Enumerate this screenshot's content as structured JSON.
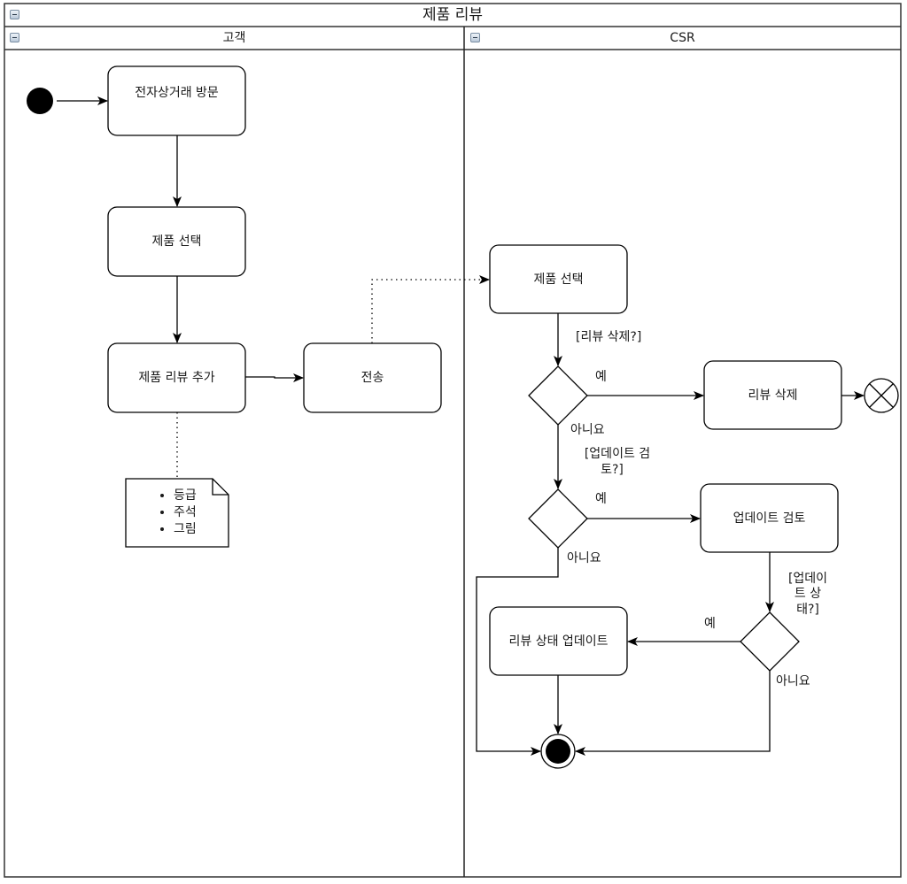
{
  "pool": {
    "title": "제품 리뷰",
    "lanes": [
      {
        "id": "customer",
        "title": "고객"
      },
      {
        "id": "csr",
        "title": "CSR"
      }
    ]
  },
  "nodes": {
    "start": {
      "type": "initial"
    },
    "visit": {
      "type": "action",
      "label": "전자상거래 방문",
      "lane": "customer"
    },
    "select_customer": {
      "type": "action",
      "label": "제품 선택",
      "lane": "customer"
    },
    "add_review": {
      "type": "action",
      "label": "제품 리뷰 추가",
      "lane": "customer"
    },
    "submit": {
      "type": "action",
      "label": "전송",
      "lane": "customer"
    },
    "note": {
      "type": "note",
      "items": [
        "등급",
        "주석",
        "그림"
      ]
    },
    "select_csr": {
      "type": "action",
      "label": "제품 선택",
      "lane": "csr"
    },
    "decision_delete": {
      "type": "decision",
      "guard": "[리뷰 삭제?]"
    },
    "delete_review": {
      "type": "action",
      "label": "리뷰 삭제",
      "lane": "csr"
    },
    "flow_final": {
      "type": "flow-final"
    },
    "decision_update_review": {
      "type": "decision",
      "guard_line1": "[업데이트 검",
      "guard_line2": "토?]"
    },
    "review_update": {
      "type": "action",
      "label": "업데이트 검토",
      "lane": "csr"
    },
    "decision_update_status": {
      "type": "decision",
      "guard_line1": "[업데이",
      "guard_line2": "트 상",
      "guard_line3": "태?]"
    },
    "update_status": {
      "type": "action",
      "label": "리뷰 상태 업데이트",
      "lane": "csr"
    },
    "final": {
      "type": "activity-final"
    }
  },
  "edge_labels": {
    "delete_yes": "예",
    "delete_no": "아니요",
    "update_review_yes": "예",
    "update_review_no": "아니요",
    "update_status_yes": "예",
    "update_status_no": "아니요"
  },
  "colors": {
    "stroke": "#000000",
    "frame": "#333333",
    "fill": "#ffffff"
  }
}
